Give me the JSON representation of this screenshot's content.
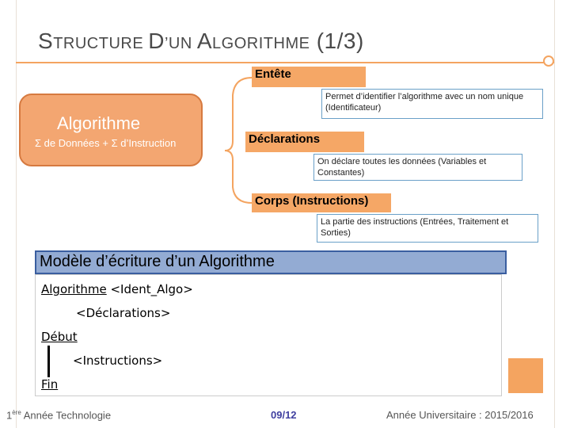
{
  "title": {
    "c1": "S",
    "w1": "TRUCTURE ",
    "c2": "D",
    "w2": "’UN ",
    "c3": "A",
    "w3": "LGORITHME",
    "suffix": " (1/3)"
  },
  "algo": {
    "title": "Algorithme",
    "subtitle": "Σ de Données + Σ d’Instruction"
  },
  "sections": {
    "entete": {
      "label": "Entête",
      "desc": "Permet d’identifier l’algorithme avec un nom unique (Identificateur)"
    },
    "declarations": {
      "label": "Déclarations",
      "desc": "On déclare toutes les données (Variables et Constantes)"
    },
    "corps": {
      "label": "Corps (Instructions)",
      "desc": "La partie des instructions (Entrées, Traitement et Sorties)"
    }
  },
  "model": {
    "heading": "Modèle d’écriture d’un Algorithme",
    "line1_kw": "Algorithme",
    "line1_rest": " <Ident_Algo>",
    "line2": "<Déclarations>",
    "line3_kw": "Début",
    "line4": "<Instructions>",
    "line5_kw": "Fin"
  },
  "footer": {
    "left_num": "1",
    "left_sup": "ère",
    "left_rest": " Année Technologie",
    "page": "09/12",
    "right": "Année Universitaire : 2015/2016"
  },
  "colors": {
    "accent": "#f4a460",
    "algo_box": "#f3a671",
    "section": "#f5a766",
    "model_head": "#93abd3"
  }
}
